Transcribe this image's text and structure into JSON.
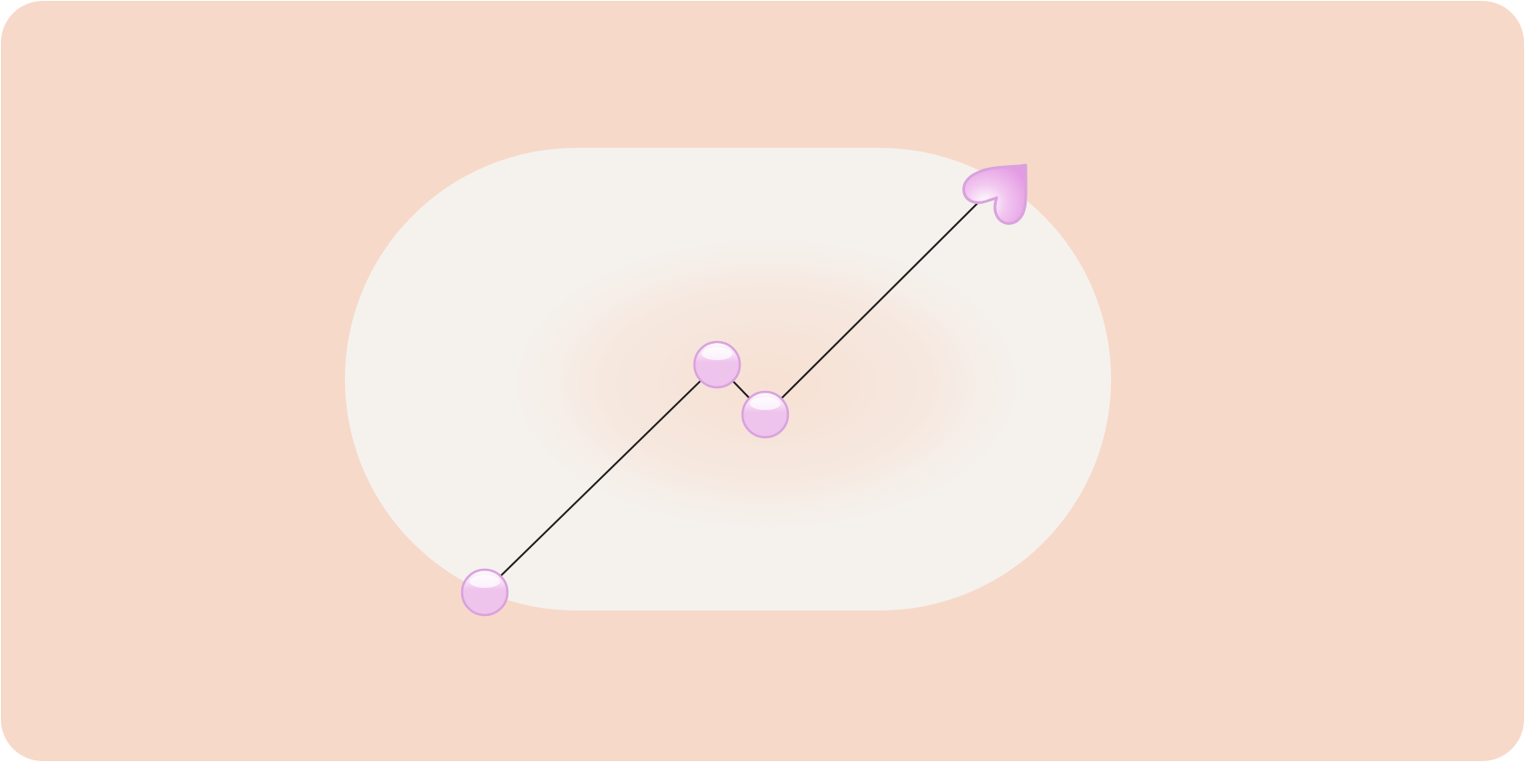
{
  "illustration": {
    "kind": "trend-line-illustration",
    "colors": {
      "background": "#F7D9C9",
      "pill": "#F5F2EE",
      "glow": "#F7E0D3",
      "line": "#1A1A1A",
      "node_fill": "#EEC3EC",
      "node_stroke": "#D9A2DE",
      "arrow_fill": "#E6A3E6"
    },
    "nodes": [
      "node-1",
      "node-2",
      "node-3"
    ],
    "arrow_icon": "heart-arrow-icon"
  }
}
